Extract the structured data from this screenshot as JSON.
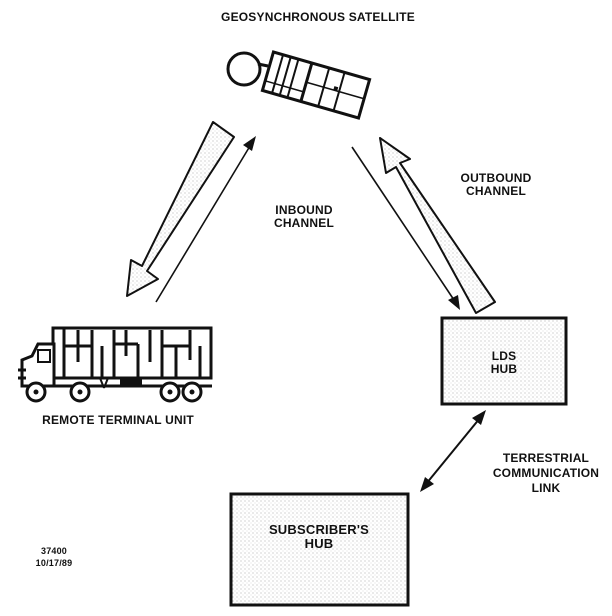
{
  "labels": {
    "satellite": "GEOSYNCHRONOUS SATELLITE",
    "inbound": "INBOUND\nCHANNEL",
    "outbound": "OUTBOUND\nCHANNEL",
    "lds_hub": "LDS\nHUB",
    "remote_terminal": "REMOTE TERMINAL UNIT",
    "terrestrial_link": "TERRESTRIAL\nCOMMUNICATION\nLINK",
    "subscriber_hub": "SUBSCRIBER'S\nHUB",
    "figure_number": "37400",
    "figure_date": "10/17/89"
  },
  "icons": {
    "satellite": "satellite-icon",
    "truck": "truck-icon"
  },
  "colors": {
    "ink": "#111111",
    "stipple": "#cfcfcf",
    "paper": "#ffffff"
  }
}
